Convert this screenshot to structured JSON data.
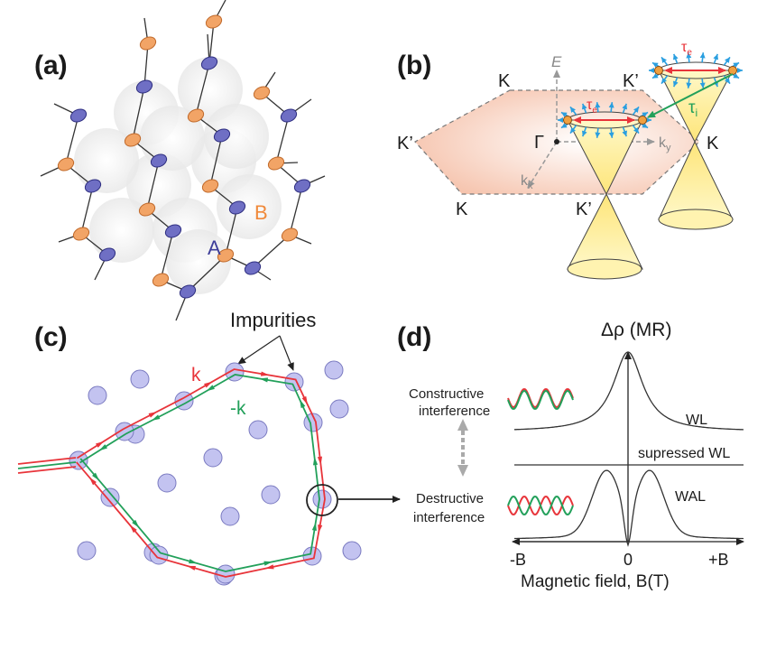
{
  "panels": {
    "a": {
      "label": "(a)",
      "site_a": "A",
      "site_b": "B"
    },
    "b": {
      "label": "(b)",
      "axis_e": "E",
      "axis_kx": "k",
      "axis_kx_sub": "x",
      "axis_ky": "k",
      "axis_ky_sub": "y",
      "gamma": "Γ",
      "k_left_top": "K",
      "k_left": "K’",
      "k_bottom_left": "K",
      "k_top_right": "K’",
      "k_right": "K",
      "k_bottom_right": "K’",
      "tau_e": "τ",
      "tau_e_sub": "e",
      "tau_i": "τ",
      "tau_i_sub": "i"
    },
    "c": {
      "label": "(c)",
      "impurities": "Impurities",
      "k": "k",
      "minus_k": "-k"
    },
    "d": {
      "label": "(d)",
      "y_title": "Δρ (MR)",
      "constructive_1": "Constructive",
      "constructive_2": "interference",
      "destructive_1": "Destructive",
      "destructive_2": "interference",
      "curve_wl": "WL",
      "curve_suppressed": "supressed WL",
      "curve_wal": "WAL",
      "x_minus": "-B",
      "x_zero": "0",
      "x_plus": "+B",
      "x_title": "Magnetic field, B(T)"
    }
  },
  "colors": {
    "site_a": "#6f6fc4",
    "site_b": "#f2a466",
    "label_a": "#3f3f9a",
    "label_b": "#f0893a",
    "path_k": "#e8343a",
    "path_minus_k": "#22a05a",
    "impurity": "#c3c3f0",
    "tau_e": "#e8343a",
    "tau_i": "#22a05a",
    "spin_arrow": "#2a9fe0",
    "dirac_node": "#f0a040",
    "zone_fill": "#f8cdb8",
    "cone_fill": "#ffe890"
  }
}
